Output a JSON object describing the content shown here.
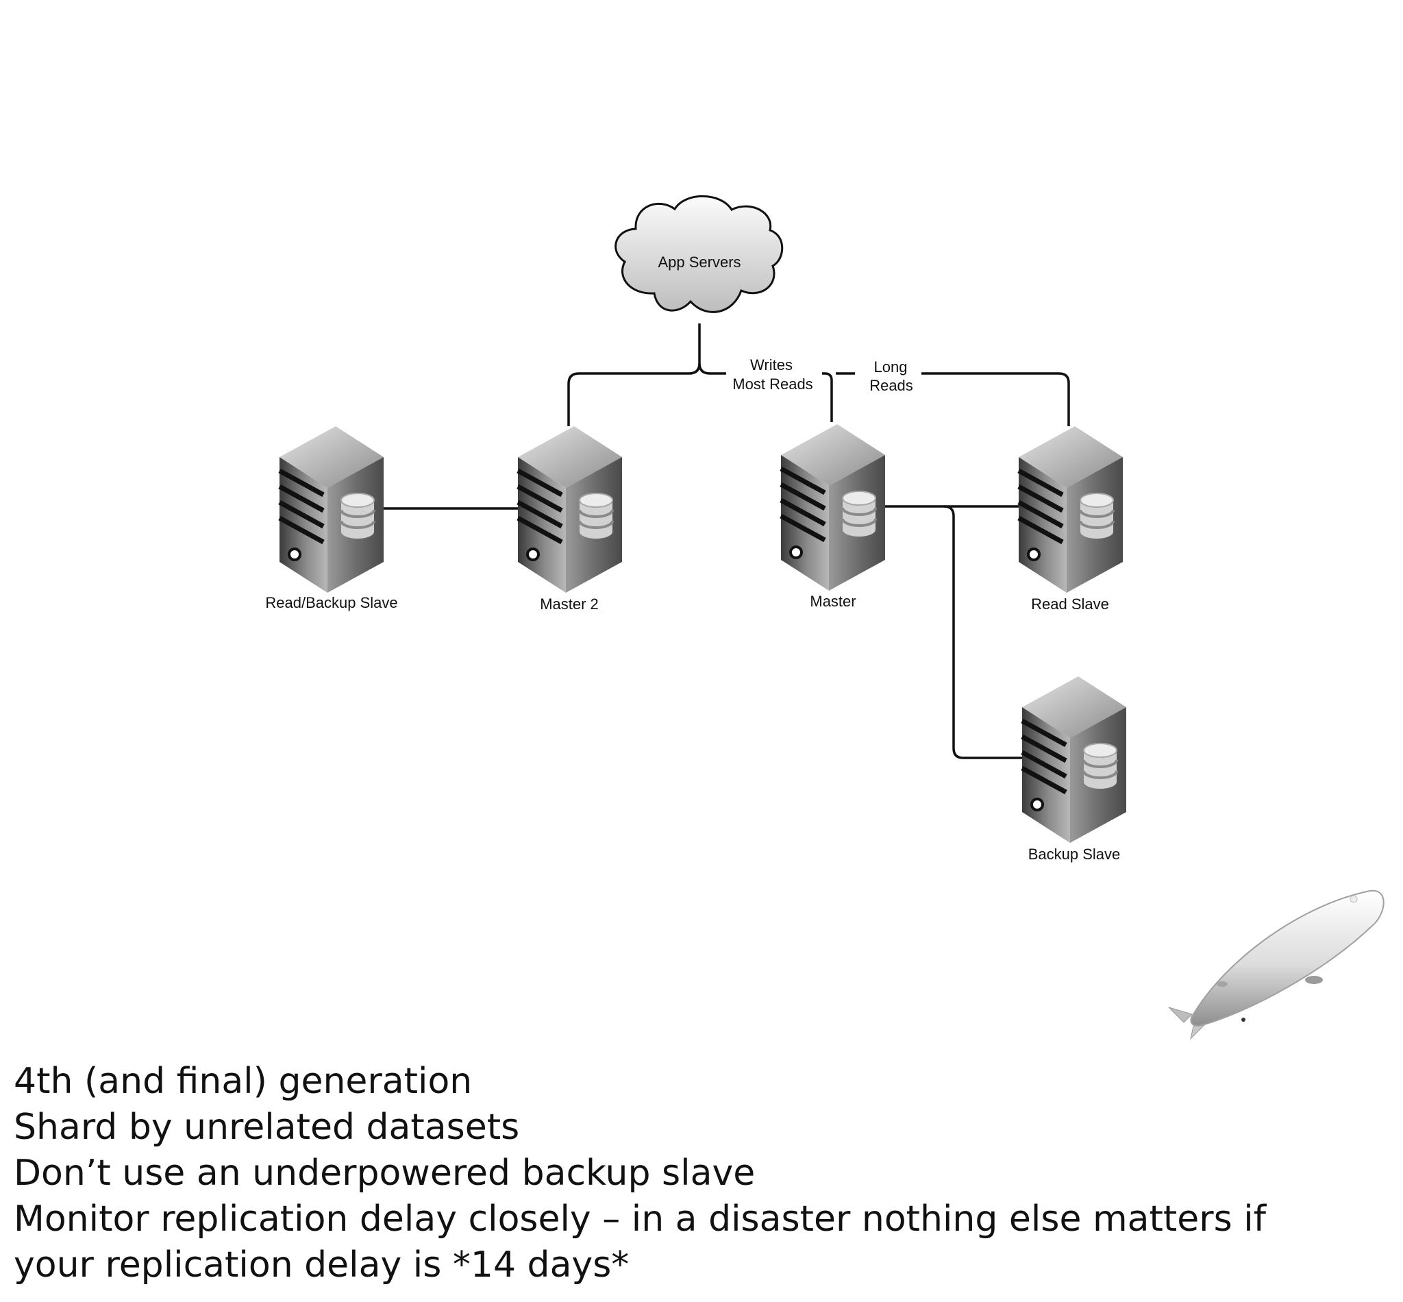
{
  "diagram": {
    "cloud": {
      "label": "App Servers",
      "icon": "cloud-icon"
    },
    "edge_labels": {
      "writes": "Writes",
      "most_reads": "Most Reads",
      "long": "Long",
      "reads": "Reads"
    },
    "servers": {
      "read_backup_slave": {
        "label": "Read/Backup Slave",
        "icon": "database-server-icon"
      },
      "master2": {
        "label": "Master 2",
        "icon": "database-server-icon"
      },
      "master": {
        "label": "Master",
        "icon": "database-server-icon"
      },
      "read_slave": {
        "label": "Read Slave",
        "icon": "database-server-icon"
      },
      "backup_slave": {
        "label": "Backup Slave",
        "icon": "database-server-icon"
      }
    },
    "decoration": {
      "icon": "airship-icon"
    },
    "colors": {
      "line": "#111111",
      "cloud_fill": "#dcdcdc",
      "server_body": "#777777"
    }
  },
  "slide": {
    "lines": [
      "4th (and final) generation",
      "Shard by unrelated datasets",
      "Don’t use an underpowered backup slave",
      "Monitor replication delay closely – in a disaster nothing else matters if",
      "your replication delay is *14 days*"
    ]
  }
}
